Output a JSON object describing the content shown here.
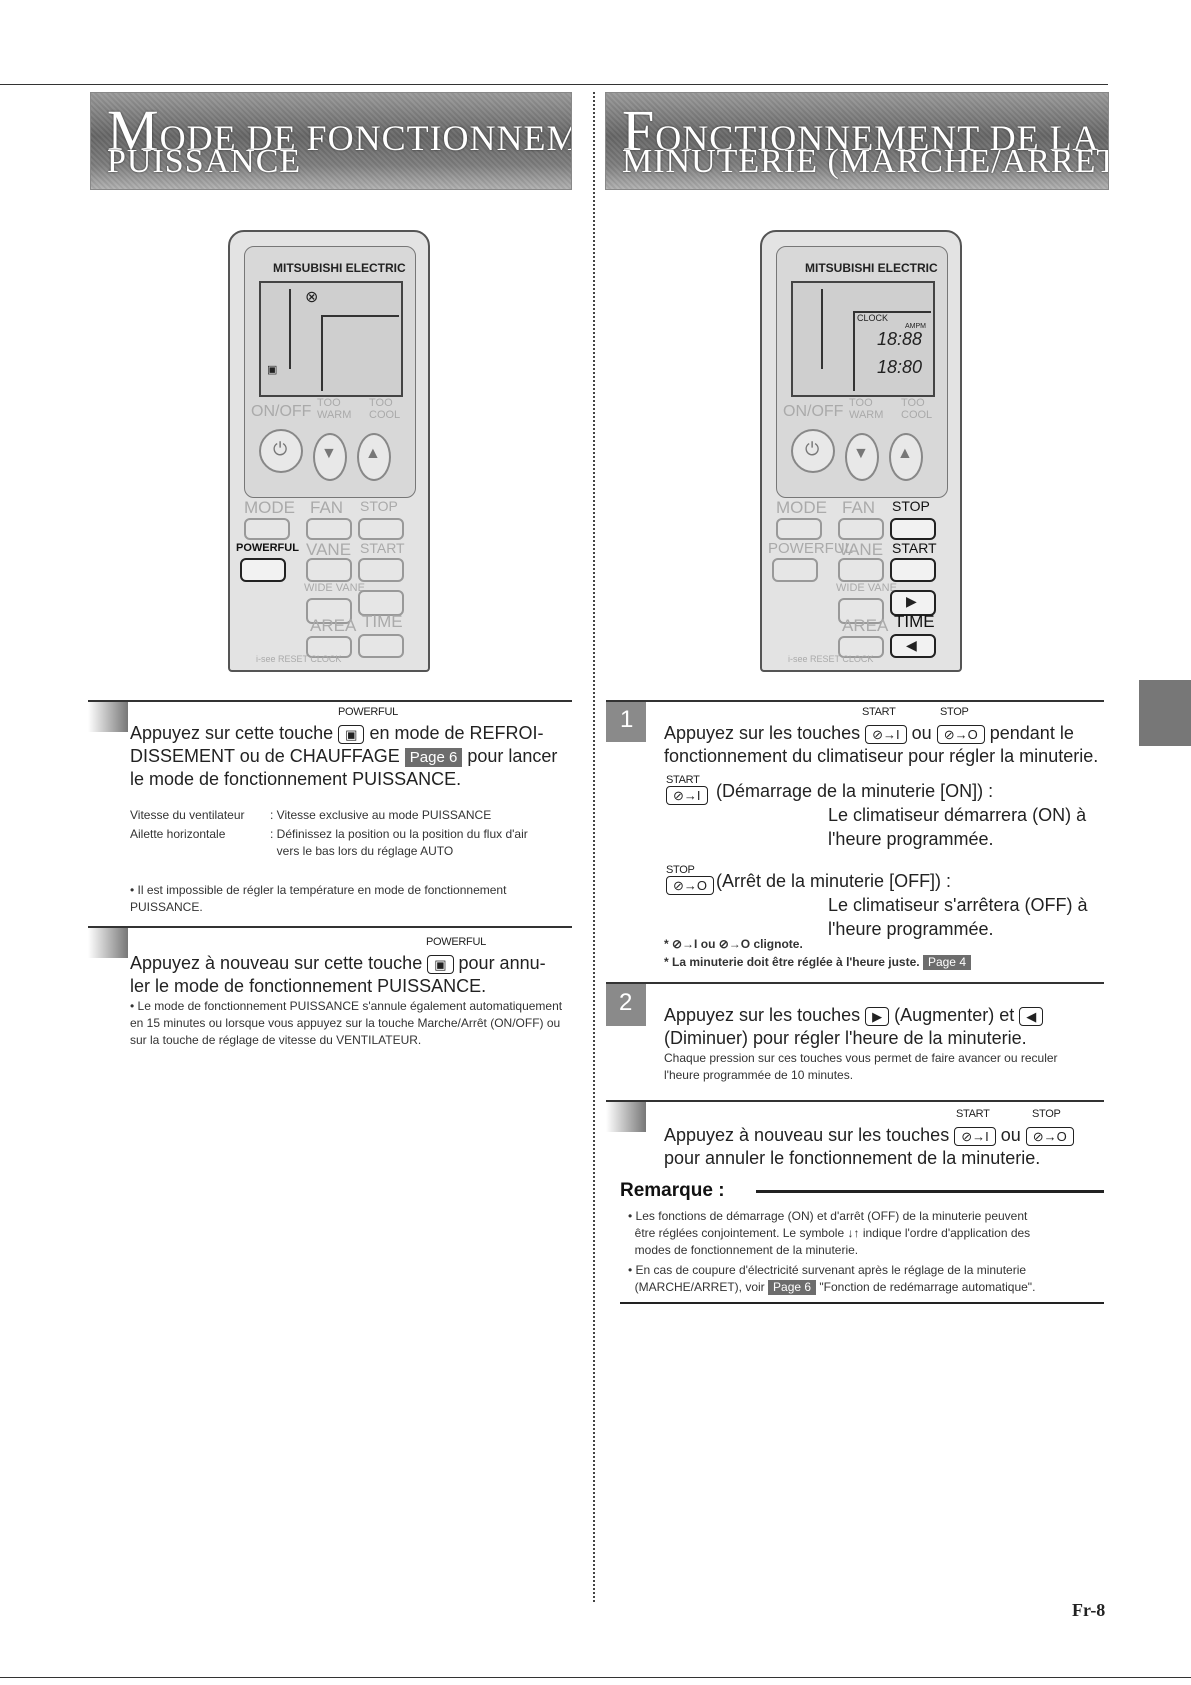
{
  "left": {
    "title_line1": "ODE DE FONCTIONNEMENT",
    "title_initial": "M",
    "title_line2": "PUISSANCE",
    "remote": {
      "brand": "MITSUBISHI ELECTRIC",
      "onoff": "ON/OFF",
      "too_warm": "TOO WARM",
      "too_cool": "TOO COOL",
      "mode": "MODE",
      "fan": "FAN",
      "stop": "STOP",
      "powerful": "POWERFUL",
      "vane": "VANE",
      "start": "START",
      "wide_vane": "WIDE VANE",
      "area": "AREA",
      "time": "TIME",
      "bottom": "i-see  RESET  CLOCK"
    },
    "step1": {
      "key_label": "POWERFUL",
      "text_a": "Appuyez sur cette touche",
      "text_b": "en mode de REFROI-",
      "text_c": "DISSEMENT ou de CHAUFFAGE",
      "page_ref": "Page 6",
      "text_d": "pour lancer",
      "text_e": "le mode de fonctionnement PUISSANCE.",
      "detail1_label": "Vitesse du ventilateur",
      "detail1_value": "Vitesse exclusive au mode PUISSANCE",
      "detail2_label": "Ailette horizontale",
      "detail2_value_a": "Définissez la position ou la position du flux d'air",
      "detail2_value_b": "vers le bas lors du réglage AUTO",
      "note": "Il est impossible de régler la température en mode de fonctionnement PUISSANCE."
    },
    "step2": {
      "key_label": "POWERFUL",
      "text_a": "Appuyez à nouveau sur cette touche",
      "text_b": "pour annu-",
      "text_c": "ler le mode de fonctionnement PUISSANCE.",
      "note": "Le mode de fonctionnement PUISSANCE s'annule également automatiquement en 15 minutes ou lorsque vous appuyez sur la touche Marche/Arrêt (ON/OFF) ou sur la touche de réglage de vitesse du VENTILATEUR."
    }
  },
  "right": {
    "title_initial": "F",
    "title_line1": "ONCTIONNEMENT DE LA",
    "title_line2": "MINUTERIE (MARCHE/ARRET)",
    "remote": {
      "brand": "MITSUBISHI ELECTRIC",
      "clock": "CLOCK",
      "ampm": "AMPM",
      "digits1": "18:88",
      "digits2": "18:80",
      "onoff": "ON/OFF",
      "too_warm": "TOO WARM",
      "too_cool": "TOO COOL",
      "mode": "MODE",
      "fan": "FAN",
      "stop": "STOP",
      "powerful": "POWERFUL",
      "vane": "VANE",
      "start": "START",
      "wide_vane": "WIDE VANE",
      "area": "AREA",
      "time": "TIME",
      "bottom": "i-see  RESET  CLOCK"
    },
    "step1": {
      "number": "1",
      "start_label": "START",
      "stop_label": "STOP",
      "text_a": "Appuyez sur les touches",
      "text_or": "ou",
      "text_b": "pendant le",
      "text_c": "fonctionnement du climatiseur pour régler la minuterie.",
      "start_desc": "(Démarrage de la minuterie [ON]) :",
      "start_res_a": "Le climatiseur démarrera (ON) à",
      "start_res_b": "l'heure programmée.",
      "stop_desc": "(Arrêt de la minuterie [OFF]) :",
      "stop_res_a": "Le climatiseur s'arrêtera (OFF) à",
      "stop_res_b": "l'heure programmée.",
      "note1": "ou",
      "note1_end": "clignote.",
      "note2": "La minuterie doit être réglée à l'heure juste.",
      "page_ref": "Page 4"
    },
    "step2": {
      "number": "2",
      "text_a": "Appuyez sur les touches",
      "text_b": "(Augmenter) et",
      "text_c": "(Diminuer) pour régler l'heure de la minuterie.",
      "note": "Chaque pression sur ces touches vous permet de faire avancer ou reculer l'heure programmée de 10 minutes."
    },
    "step3": {
      "start_label": "START",
      "stop_label": "STOP",
      "text_a": "Appuyez à nouveau sur les touches",
      "text_or": "ou",
      "text_b": "pour annuler le fonctionnement de la minuterie."
    },
    "remark": {
      "title": "Remarque :",
      "item1_a": "Les fonctions de démarrage (ON) et d'arrêt (OFF) de la minuterie peuvent",
      "item1_b": "être réglées conjointement. Le symbole",
      "item1_c": "indique l'ordre d'application des",
      "item1_d": "modes de fonctionnement de la minuterie.",
      "item2_a": "En cas de coupure d'électricité survenant après le réglage de la minuterie",
      "item2_b": "(MARCHE/ARRET), voir",
      "item2_page": "Page 6",
      "item2_c": "\"Fonction de redémarrage automatique\"."
    }
  },
  "footer": {
    "page_number": "Fr-8"
  }
}
